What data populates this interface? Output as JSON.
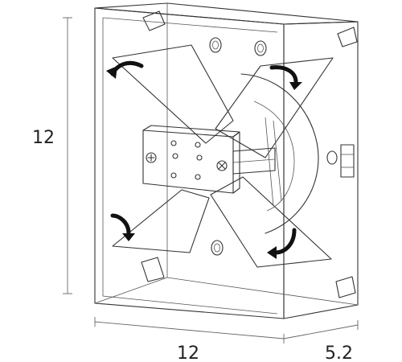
{
  "dimensions": {
    "height_label": "12",
    "width_label": "12",
    "depth_label": "5.2"
  },
  "icons": [
    "rotate-arrow-icon",
    "screw-icon",
    "mounting-hole-icon"
  ]
}
